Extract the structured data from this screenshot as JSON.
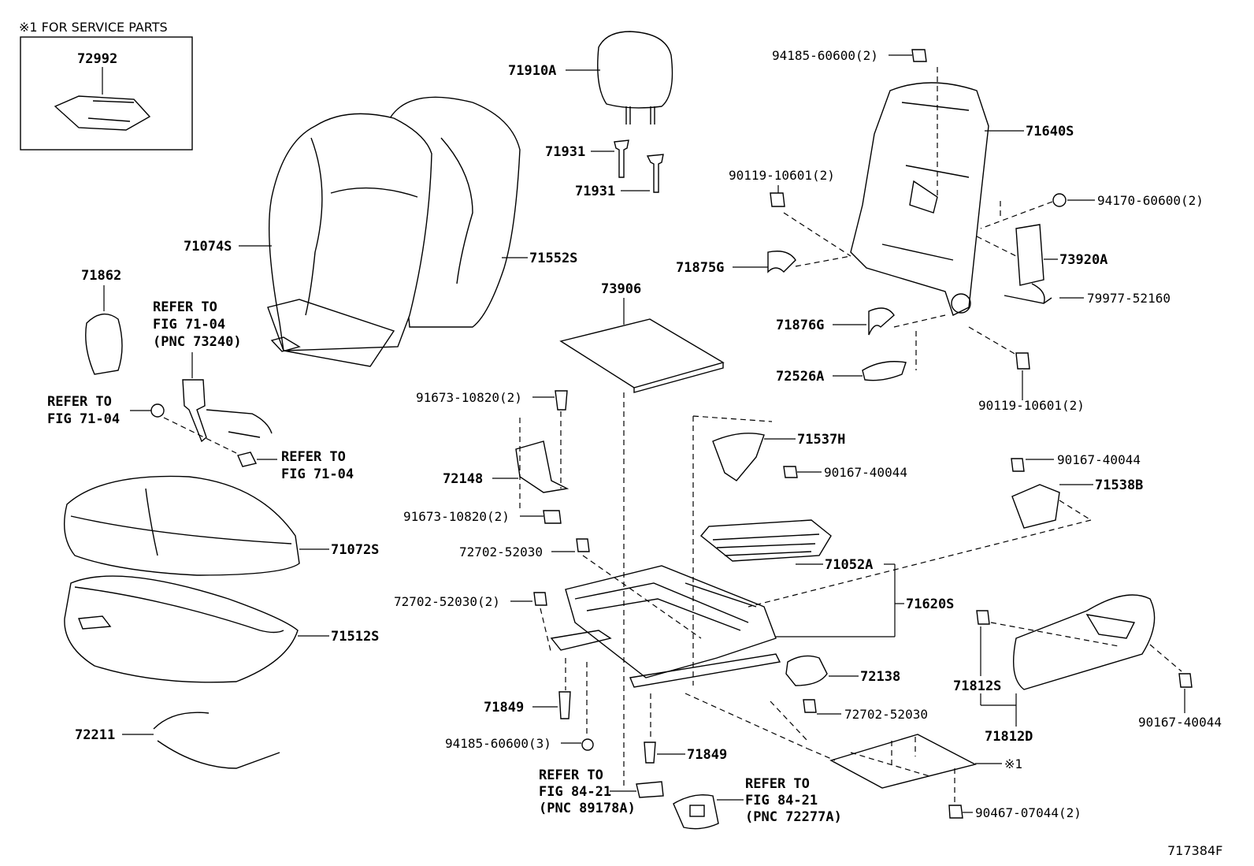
{
  "diagram": {
    "service_note": "※1 FOR SERVICE PARTS",
    "figure_id": "717384F",
    "parts": {
      "p72992": "72992",
      "p71910A": "71910A",
      "p71931a": "71931",
      "p71931b": "71931",
      "p71074S": "71074S",
      "p71552S": "71552S",
      "p71862": "71862",
      "p73906": "73906",
      "p94185_60600_2": "94185-60600(2)",
      "p71640S": "71640S",
      "p90119_10601_2a": "90119-10601(2)",
      "p94170_60600_2": "94170-60600(2)",
      "p71875G": "71875G",
      "p73920A": "73920A",
      "p79977_52160": "79977-52160",
      "p71876G": "71876G",
      "p72526A": "72526A",
      "p90119_10601_2b": "90119-10601(2)",
      "p91673_10820_2a": "91673-10820(2)",
      "p72148": "72148",
      "p91673_10820_2b": "91673-10820(2)",
      "p71537H": "71537H",
      "p90167_40044a": "90167-40044",
      "p90167_40044b": "90167-40044",
      "p71538B": "71538B",
      "p71072S": "71072S",
      "p72702_52030a": "72702-52030",
      "p71052A": "71052A",
      "p72702_52030_2": "72702-52030(2)",
      "p71620S": "71620S",
      "p71512S": "71512S",
      "p72138": "72138",
      "p71812S": "71812S",
      "p71849a": "71849",
      "p72702_52030b": "72702-52030",
      "p90167_40044c": "90167-40044",
      "p71812D": "71812D",
      "p72211": "72211",
      "p94185_60600_3": "94185-60600(3)",
      "p71849b": "71849",
      "p_ref1": "※1",
      "p90467_07044_2": "90467-07044(2)"
    },
    "refs": {
      "r1": [
        "REFER TO",
        "FIG 71-04",
        "(PNC 73240)"
      ],
      "r2": [
        "REFER TO",
        "FIG 71-04"
      ],
      "r3": [
        "REFER TO",
        "FIG 71-04"
      ],
      "r4": [
        "REFER TO",
        "FIG 84-21",
        "(PNC 89178A)"
      ],
      "r5": [
        "REFER TO",
        "FIG 84-21",
        "(PNC 72277A)"
      ]
    }
  }
}
